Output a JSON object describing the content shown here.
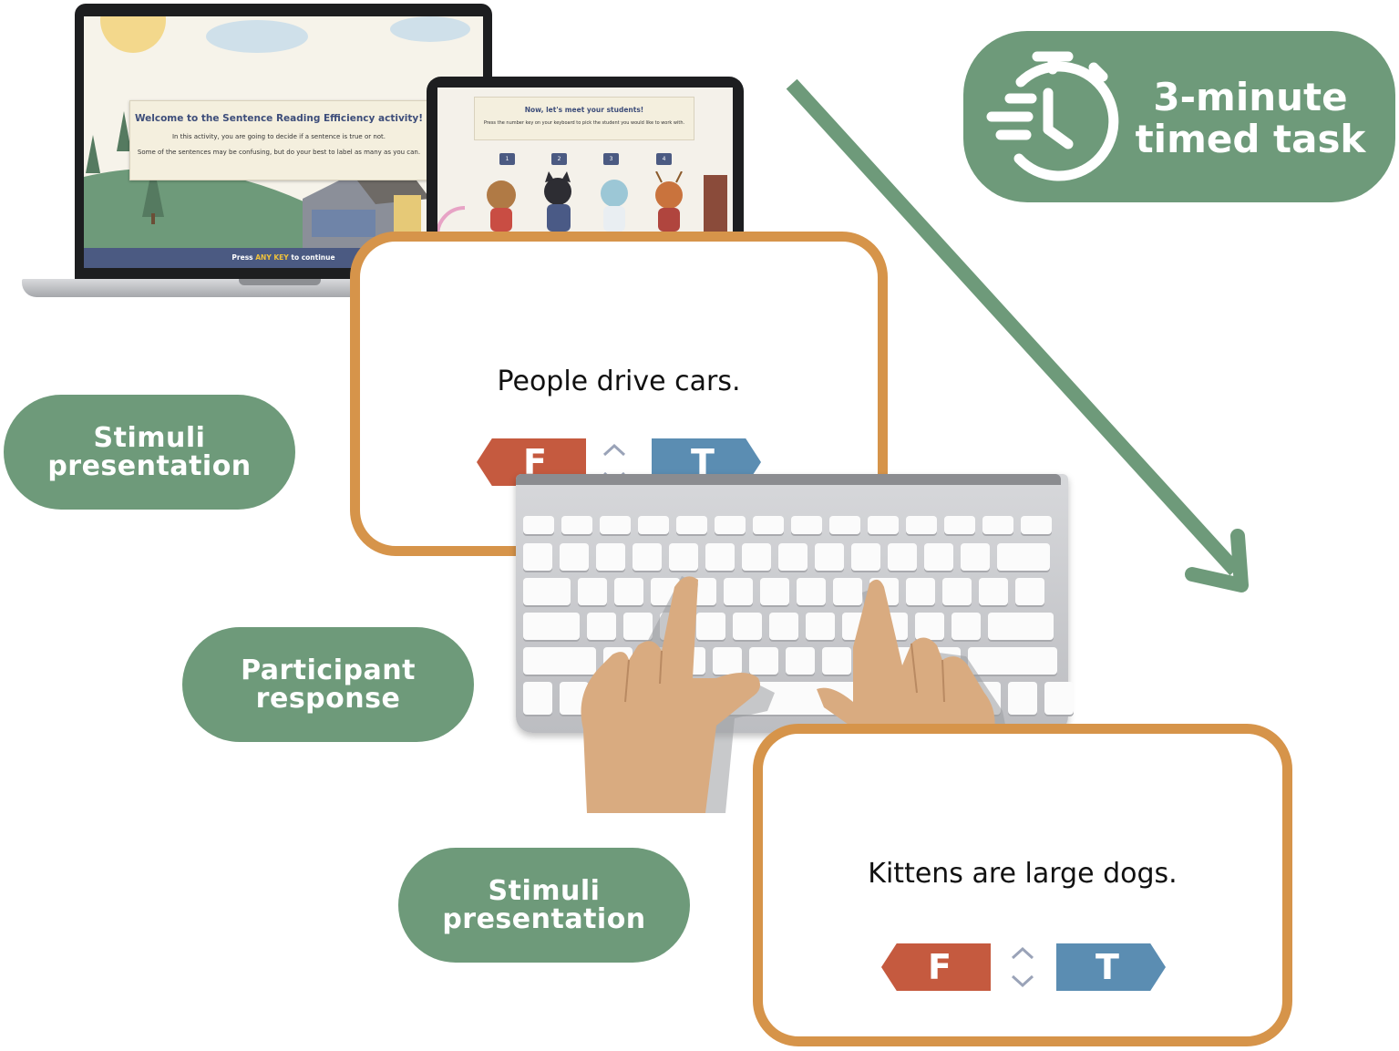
{
  "timer": {
    "line1": "3-minute",
    "line2": "timed task",
    "icon": "stopwatch-icon"
  },
  "labels": {
    "stimuli1": {
      "line1": "Stimuli",
      "line2": "presentation"
    },
    "response": {
      "line1": "Participant",
      "line2": "response"
    },
    "stimuli2": {
      "line1": "Stimuli",
      "line2": "presentation"
    }
  },
  "laptop": {
    "welcome_title": "Welcome to the Sentence Reading Efficiency activity!",
    "welcome_line1": "In this activity, you are going to decide if a sentence is true or not.",
    "welcome_line2": "Some of the sentences may be confusing, but do your best to label as many as you can.",
    "continue_prefix": "Press ",
    "continue_key": "ANY KEY",
    "continue_suffix": " to continue"
  },
  "tablet": {
    "title": "Now, let's meet your students!",
    "subtitle": "Press the number key on your keyboard to pick the student you would like to work with.",
    "keys": [
      "1",
      "2",
      "3",
      "4"
    ]
  },
  "cards": [
    {
      "sentence": "People drive cars.",
      "false_key": "F",
      "true_key": "T"
    },
    {
      "sentence": "Kittens are large dogs.",
      "false_key": "F",
      "true_key": "T"
    }
  ],
  "colors": {
    "green": "#6e9a7a",
    "orange": "#d6944a",
    "false_red": "#c55a3f",
    "true_blue": "#5b8db2",
    "skin": "#d9ab80"
  }
}
